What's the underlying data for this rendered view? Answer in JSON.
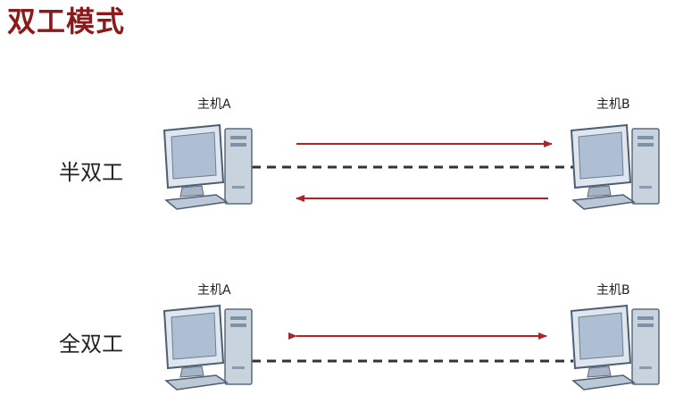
{
  "page": {
    "title": "双工模式"
  },
  "half_duplex": {
    "label": "半双工",
    "host_a": "主机A",
    "host_b": "主机B"
  },
  "full_duplex": {
    "label": "全双工",
    "host_a": "主机A",
    "host_b": "主机B"
  },
  "colors": {
    "title": "#8b1a1a",
    "arrow": "#b22222",
    "link": "#333333"
  },
  "icons": [
    "desktop-computer-icon"
  ]
}
